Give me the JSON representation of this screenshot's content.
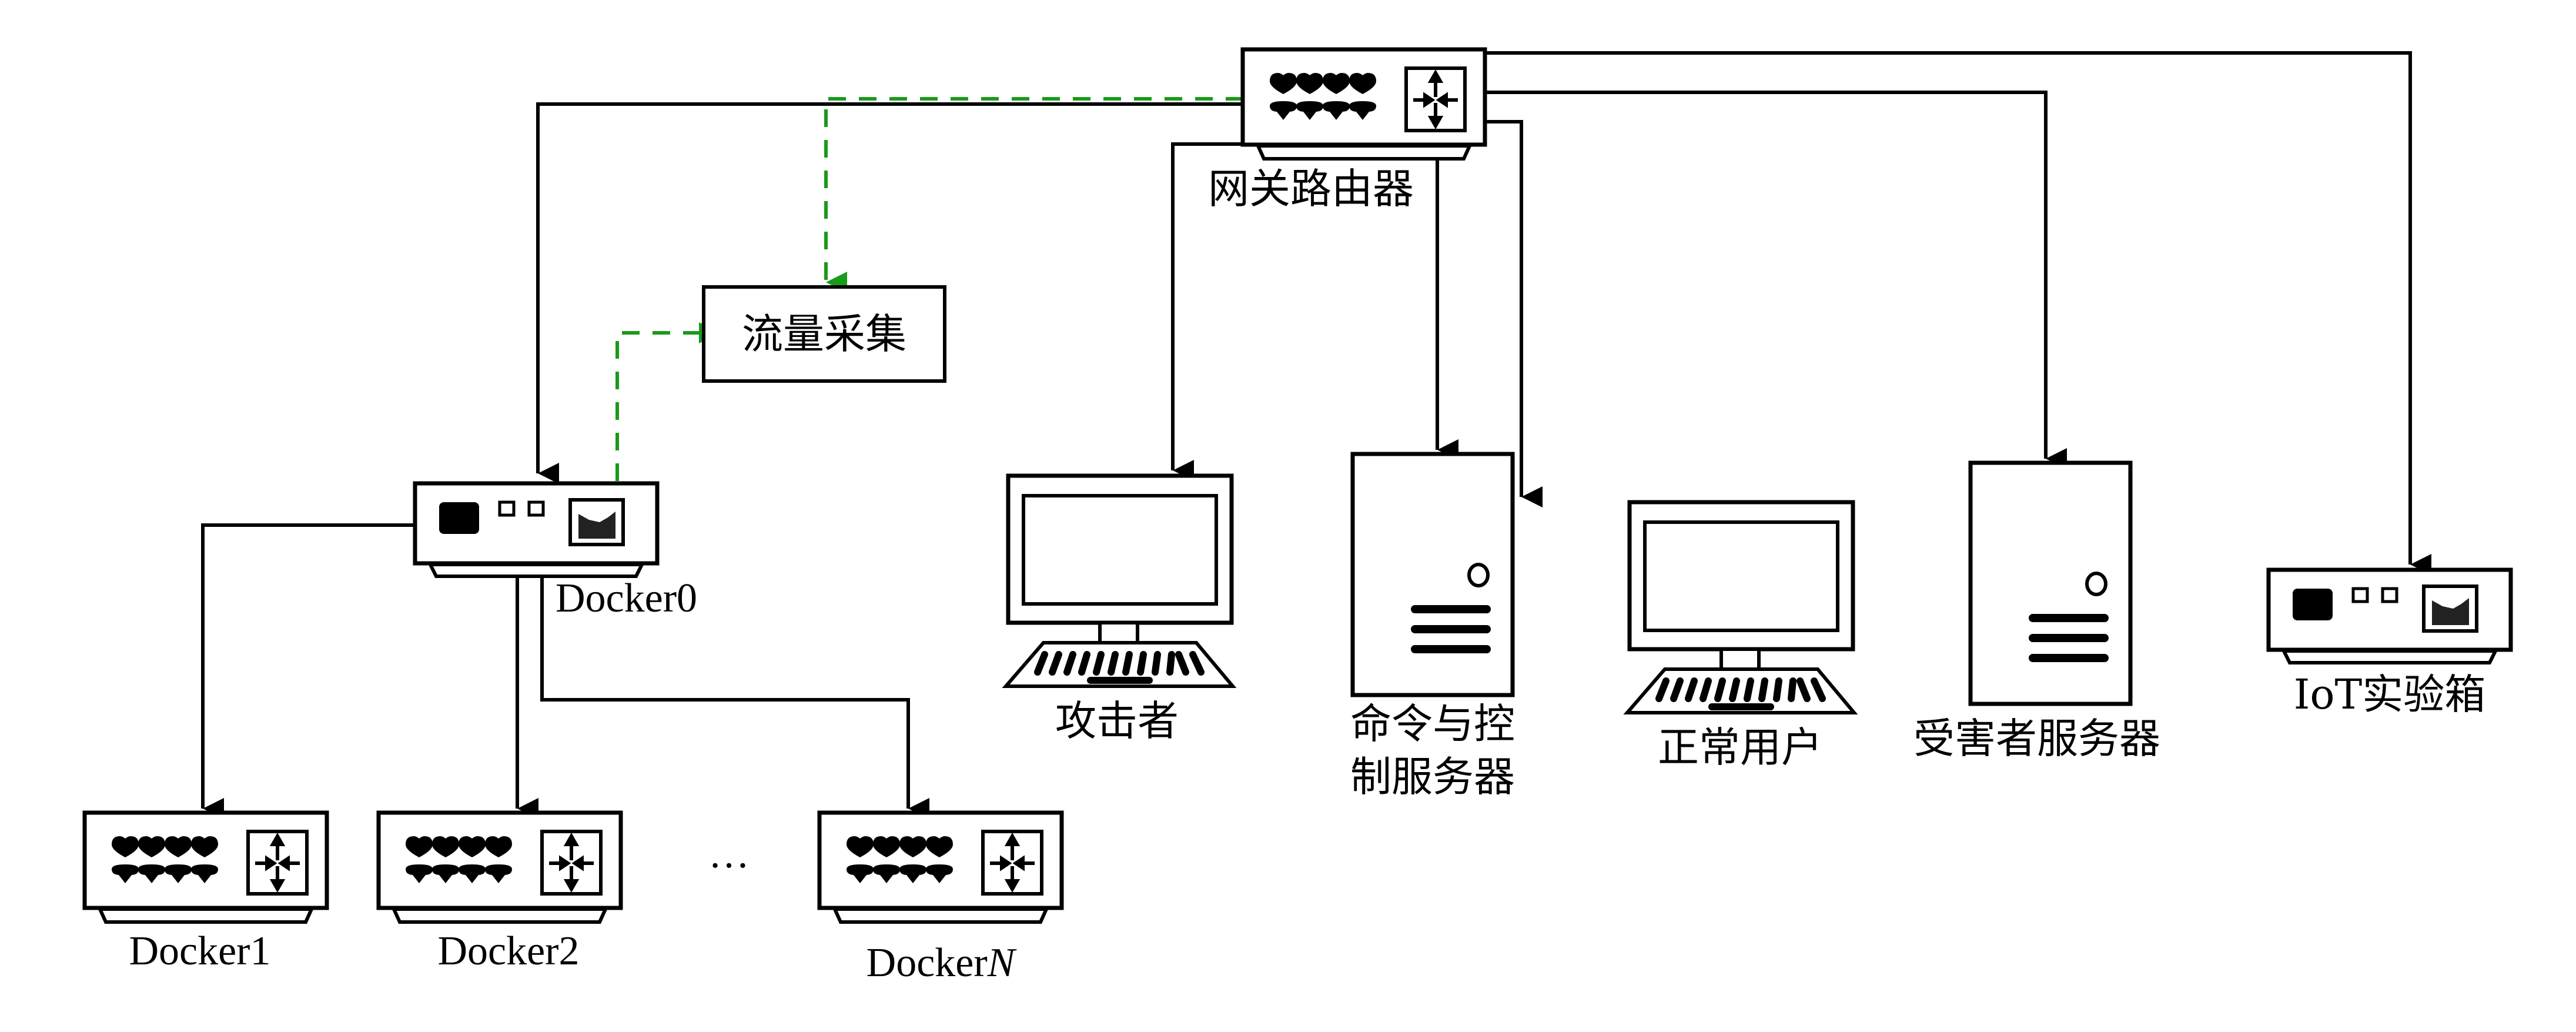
{
  "diagram": {
    "title": "",
    "colors": {
      "line": "#000000",
      "monitor_line": "#1a9a1a",
      "background": "#ffffff"
    },
    "nodes": {
      "gateway_router": {
        "label": "网关路由器",
        "icon": "router-icon"
      },
      "traffic_capture": {
        "label": "流量采集",
        "icon": "box"
      },
      "docker0": {
        "label": "Docker0",
        "icon": "bridge-device-icon"
      },
      "docker1": {
        "label": "Docker1",
        "icon": "router-icon"
      },
      "docker2": {
        "label": "Docker2",
        "icon": "router-icon"
      },
      "dockerN": {
        "label_prefix": "Docker",
        "label_suffix": "N",
        "icon": "router-icon"
      },
      "ellipsis": {
        "label": "…"
      },
      "attacker": {
        "label": "攻击者",
        "icon": "desktop-computer-icon"
      },
      "cnc_server": {
        "label_line1": "命令与控",
        "label_line2": "制服务器",
        "icon": "tower-server-icon"
      },
      "normal_user": {
        "label": "正常用户",
        "icon": "desktop-computer-icon"
      },
      "victim_server": {
        "label": "受害者服务器",
        "icon": "tower-server-icon"
      },
      "iot_box": {
        "label": "IoT实验箱",
        "icon": "bridge-device-icon"
      }
    },
    "edges": [
      {
        "from": "gateway_router",
        "to": "docker0",
        "style": "solid",
        "arrow": true
      },
      {
        "from": "gateway_router",
        "to": "traffic_capture",
        "style": "dashed-green",
        "arrow": true
      },
      {
        "from": "docker0",
        "to": "traffic_capture",
        "style": "dashed-green",
        "arrow": true
      },
      {
        "from": "gateway_router",
        "to": "attacker",
        "style": "solid",
        "arrow": true
      },
      {
        "from": "gateway_router",
        "to": "cnc_server",
        "style": "solid",
        "arrow": true
      },
      {
        "from": "gateway_router",
        "to": "normal_user",
        "style": "solid",
        "arrow": true
      },
      {
        "from": "gateway_router",
        "to": "victim_server",
        "style": "solid",
        "arrow": true
      },
      {
        "from": "gateway_router",
        "to": "iot_box",
        "style": "solid",
        "arrow": true
      },
      {
        "from": "docker0",
        "to": "docker1",
        "style": "solid",
        "arrow": true
      },
      {
        "from": "docker0",
        "to": "docker2",
        "style": "solid",
        "arrow": true
      },
      {
        "from": "docker0",
        "to": "dockerN",
        "style": "solid",
        "arrow": true
      }
    ]
  }
}
